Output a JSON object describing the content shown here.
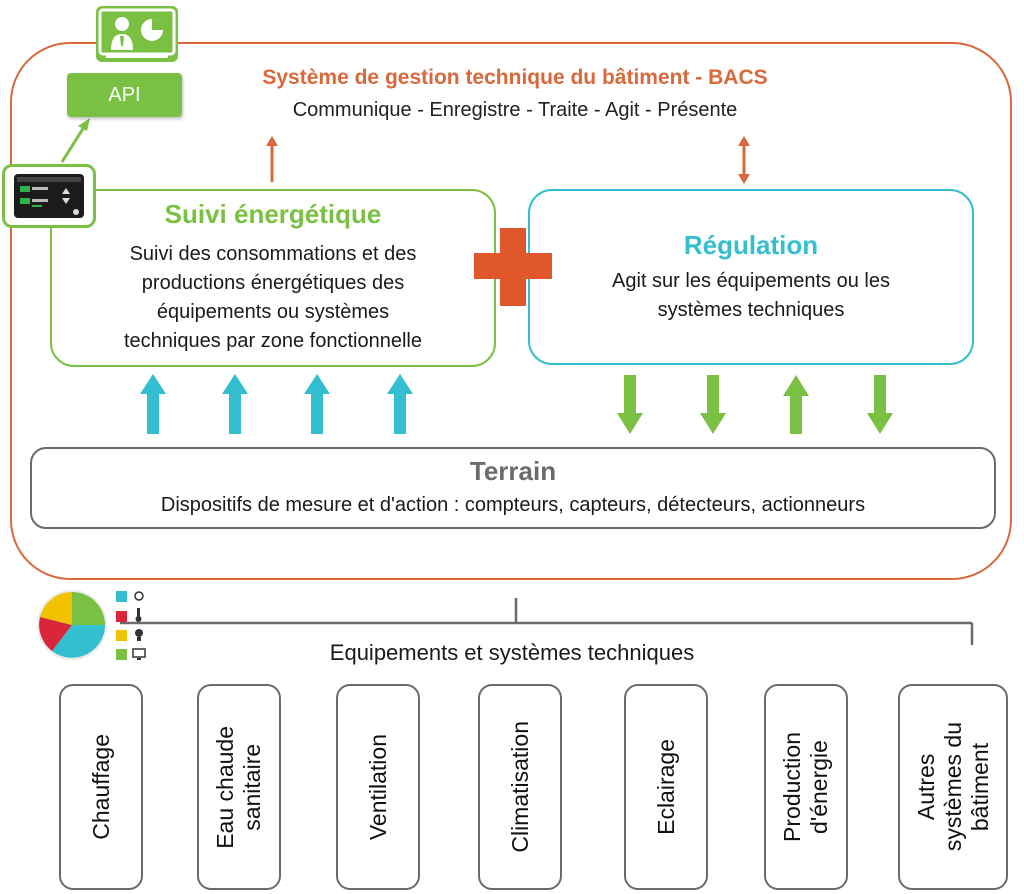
{
  "api": {
    "label": "API"
  },
  "bacs": {
    "title": "Système de gestion technique du bâtiment - BACS",
    "subtitle": "Communique - Enregistre - Traite - Agit - Présente"
  },
  "suivi": {
    "title": "Suivi énergétique",
    "lines": [
      "Suivi des consommations et des",
      "productions énergétiques des",
      "équipements ou systèmes",
      "techniques par zone fonctionnelle"
    ]
  },
  "regulation": {
    "title": "Régulation",
    "lines": [
      "Agit sur les équipements ou les",
      "systèmes techniques"
    ]
  },
  "terrain": {
    "title": "Terrain",
    "text": "Dispositifs de mesure et d'action : compteurs, capteurs, détecteurs, actionneurs"
  },
  "equipements": {
    "title": "Equipements et systèmes techniques",
    "items": [
      {
        "lines": [
          "Chauffage"
        ]
      },
      {
        "lines": [
          "Eau chaude",
          "sanitaire"
        ]
      },
      {
        "lines": [
          "Ventilation"
        ]
      },
      {
        "lines": [
          "Climatisation"
        ]
      },
      {
        "lines": [
          "Eclairage"
        ]
      },
      {
        "lines": [
          "Production",
          "d'énergie"
        ]
      },
      {
        "lines": [
          "Autres",
          "systèmes du",
          "bâtiment"
        ]
      }
    ]
  },
  "colors": {
    "orange": "#d9683b",
    "green": "#7ac143",
    "cyan": "#33bfcf",
    "gray": "#6b6b6b"
  },
  "icons": {
    "api": "presentation-icon",
    "device": "thermostat-device-icon",
    "plus": "plus-icon",
    "pie": "pie-chart-icon",
    "legend": [
      "fan-icon",
      "thermometer-icon",
      "lightbulb-icon",
      "monitor-icon"
    ]
  }
}
